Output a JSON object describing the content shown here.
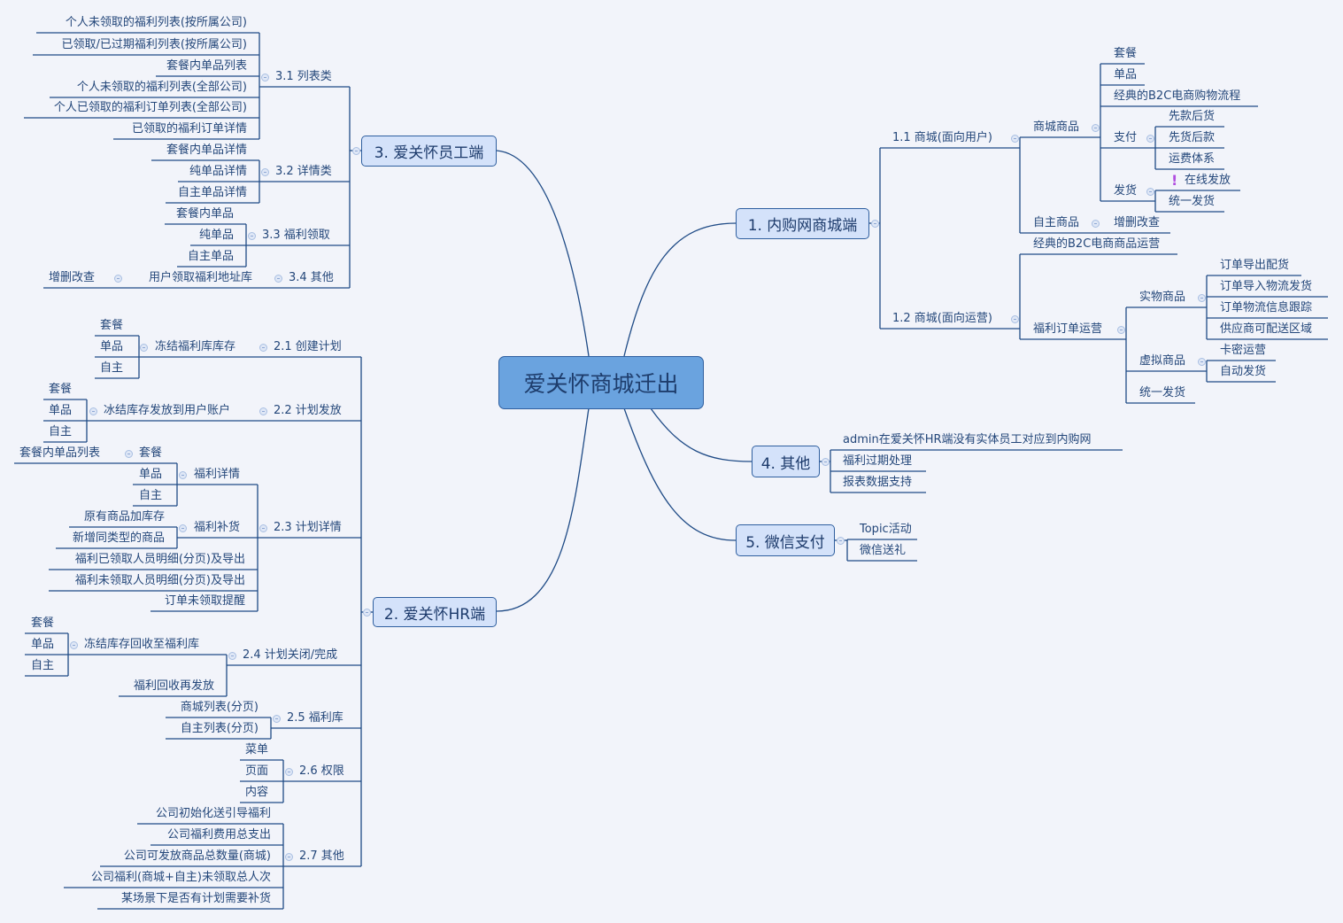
{
  "root": "爱关怀商城迁出",
  "branch1": {
    "title": "1. 内购网商城端",
    "s11": {
      "label": "1.1 商城(面向用户)",
      "mall": {
        "label": "商城商品",
        "items": [
          "套餐",
          "单品",
          "经典的B2C电商购物流程"
        ],
        "pay": {
          "label": "支付",
          "items": [
            "先款后货",
            "先货后款",
            "运费体系"
          ]
        },
        "ship": {
          "label": "发货",
          "items": [
            "在线发放",
            "统一发货"
          ]
        }
      },
      "own": {
        "label": "自主商品",
        "items": [
          "增删改查"
        ]
      }
    },
    "s12": {
      "label": "1.2 商城(面向运营)",
      "ops": "经典的B2C电商商品运营",
      "order": {
        "label": "福利订单运营",
        "physical": {
          "label": "实物商品",
          "items": [
            "订单导出配货",
            "订单导入物流发货",
            "订单物流信息跟踪",
            "供应商可配送区域"
          ]
        },
        "virtual": {
          "label": "虚拟商品",
          "items": [
            "卡密运营",
            "自动发货"
          ]
        },
        "unified": "统一发货"
      }
    }
  },
  "branch2": {
    "title": "2. 爱关怀HR端",
    "s21": {
      "label": "2.1 创建计划",
      "action": {
        "label": "冻结福利库库存",
        "items": [
          "套餐",
          "单品",
          "自主"
        ]
      }
    },
    "s22": {
      "label": "2.2 计划发放",
      "action": {
        "label": "冰结库存发放到用户账户",
        "items": [
          "套餐",
          "单品",
          "自主"
        ]
      }
    },
    "s23": {
      "label": "2.3 计划详情",
      "detail": {
        "label": "福利详情",
        "items": [
          "套餐",
          "单品",
          "自主"
        ],
        "sub": "套餐内单品列表"
      },
      "restock": {
        "label": "福利补货",
        "items": [
          "原有商品加库存",
          "新增同类型的商品"
        ]
      },
      "items": [
        "福利已领取人员明细(分页)及导出",
        "福利未领取人员明细(分页)及导出",
        "订单未领取提醒"
      ]
    },
    "s24": {
      "label": "2.4 计划关闭/完成",
      "recycle": {
        "label": "冻结库存回收至福利库",
        "items": [
          "套餐",
          "单品",
          "自主"
        ]
      },
      "reissue": "福利回收再发放"
    },
    "s25": {
      "label": "2.5 福利库",
      "items": [
        "商城列表(分页)",
        "自主列表(分页)"
      ]
    },
    "s26": {
      "label": "2.6 权限",
      "items": [
        "菜单",
        "页面",
        "内容"
      ]
    },
    "s27": {
      "label": "2.7 其他",
      "items": [
        "公司初始化送引导福利",
        "公司福利费用总支出",
        "公司可发放商品总数量(商城)",
        "公司福利(商城+自主)未领取总人次",
        "某场景下是否有计划需要补货"
      ]
    }
  },
  "branch3": {
    "title": "3. 爱关怀员工端",
    "s31": {
      "label": "3.1 列表类",
      "items": [
        "个人未领取的福利列表(按所属公司)",
        "已领取/已过期福利列表(按所属公司)",
        "套餐内单品列表",
        "个人未领取的福利列表(全部公司)",
        "个人已领取的福利订单列表(全部公司)",
        "已领取的福利订单详情"
      ]
    },
    "s32": {
      "label": "3.2 详情类",
      "items": [
        "套餐内单品详情",
        "纯单品详情",
        "自主单品详情"
      ]
    },
    "s33": {
      "label": "3.3 福利领取",
      "items": [
        "套餐内单品",
        "纯单品",
        "自主单品"
      ]
    },
    "s34": {
      "label": "3.4 其他",
      "child": {
        "label": "用户领取福利地址库",
        "items": [
          "增删改查"
        ]
      }
    }
  },
  "branch4": {
    "title": "4. 其他",
    "items": [
      "admin在爱关怀HR端没有实体员工对应到内购网",
      "福利过期处理",
      "报表数据支持"
    ]
  },
  "branch5": {
    "title": "5. 微信支付",
    "items": [
      "Topic活动",
      "微信送礼"
    ]
  },
  "colors": {
    "background": "#f2f4fa",
    "line": "#1f4b86",
    "root": "#6aa3df",
    "branch": "#d4e2fa",
    "text": "#24477a",
    "marker": "#b14fe0"
  }
}
